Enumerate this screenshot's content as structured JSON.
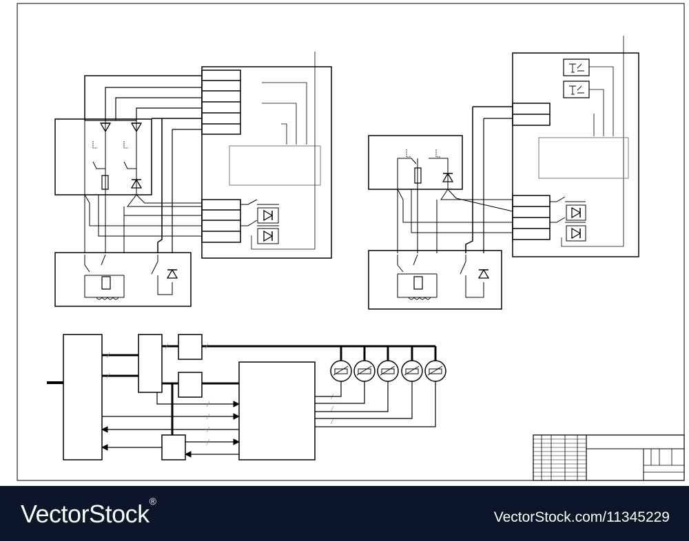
{
  "watermark": {
    "brand": "VectorStock",
    "registered_mark": "®",
    "url": "VectorStock.com/11345229"
  },
  "colors": {
    "line": "#000000",
    "paper": "#ffffff",
    "footer_bg": "#0c1529",
    "footer_text": "#ffffff"
  },
  "drawing": {
    "description_blocks": 3,
    "sensor_gauges": 5
  }
}
